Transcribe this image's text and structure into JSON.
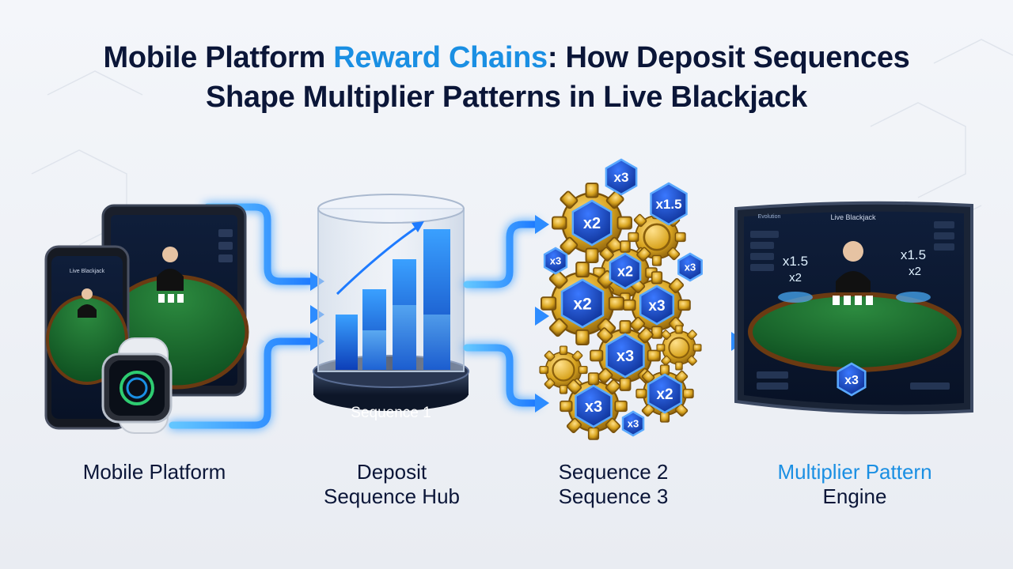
{
  "title": {
    "line1_a": "Mobile Platform ",
    "line1_highlight": "Reward Chains",
    "line1_b": ": How Deposit Sequences",
    "line2": "Shape Multiplier Patterns in Live Blackjack"
  },
  "stages": {
    "mobile": {
      "label": "Mobile Platform"
    },
    "hub": {
      "label_line1": "Deposit",
      "label_line2": "Sequence Hub",
      "base_label": "Sequence 1"
    },
    "gears": {
      "label_line1": "Sequence 2",
      "label_line2": "Sequence 3"
    },
    "engine": {
      "label_line1": "Multiplier Pattern",
      "label_line2": "Engine",
      "screen_title": "Live Blackjack",
      "screen_brand": "Evolution"
    }
  },
  "gear_badges": [
    "x3",
    "x1.5",
    "x2",
    "x3",
    "x2",
    "x3",
    "x2",
    "x3",
    "x3",
    "x3",
    "x2",
    "x3"
  ],
  "engine_badges": {
    "left_top": "x1.5",
    "left_bottom": "x2",
    "right_top": "x1.5",
    "right_bottom": "x2",
    "bottom": "x3"
  },
  "phone_header": "Live Blackjack",
  "colors": {
    "accent": "#1a8fe3",
    "navy": "#0b1638",
    "gold": "#d9a520",
    "badge": "#1546b8"
  }
}
